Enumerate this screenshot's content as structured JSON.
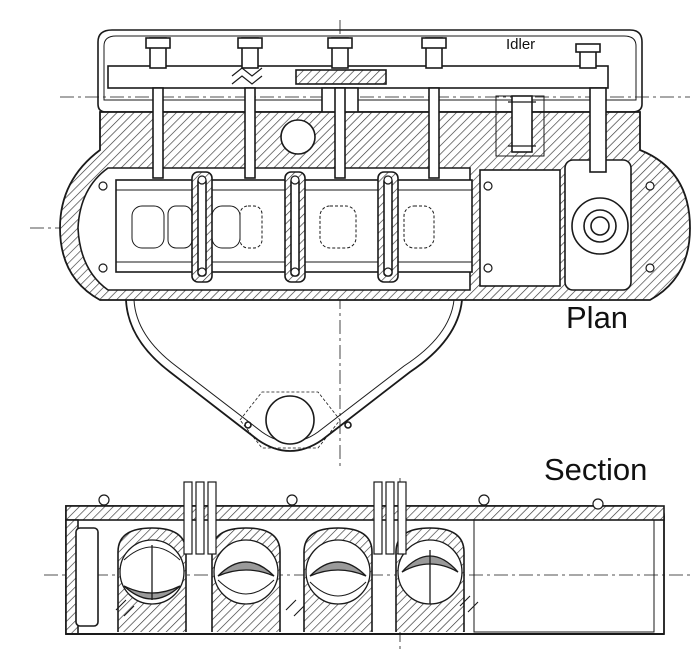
{
  "labels": {
    "idler": "Idler",
    "plan": "Plan",
    "section": "Section"
  },
  "colors": {
    "ink": "#1a1a1a",
    "hatch": "#333333",
    "shade": "#9a9a9a",
    "paper": "#ffffff"
  },
  "views": [
    "plan",
    "section"
  ]
}
